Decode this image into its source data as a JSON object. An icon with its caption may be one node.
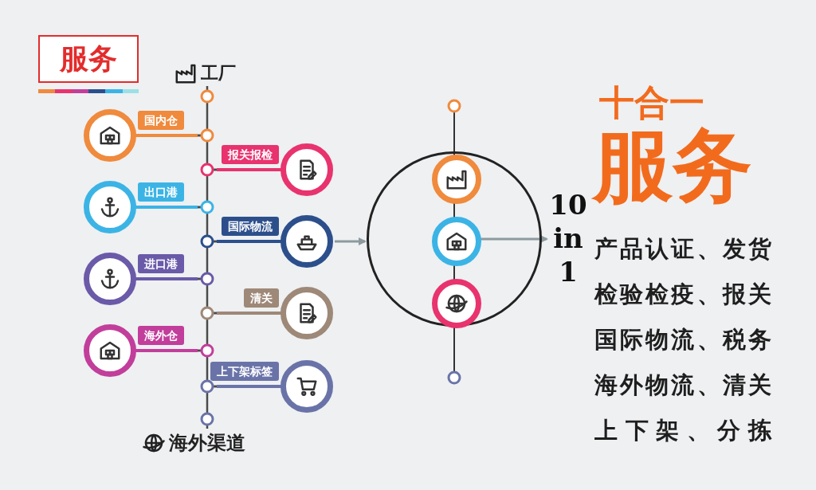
{
  "diagram": {
    "title": "服务",
    "nodes": [
      {
        "text": [
          "工厂"
        ]
      },
      {
        "text": [
          "国内仓"
        ]
      },
      {
        "text": [
          "报关报检"
        ]
      },
      {
        "text": [
          "出口港"
        ]
      },
      {
        "text": [
          "国际物流"
        ]
      },
      {
        "text": [
          "进口港"
        ]
      },
      {
        "text": [
          "清关"
        ]
      },
      {
        "text": [
          "海外仓"
        ]
      },
      {
        "text": [
          "上下架标签"
        ]
      },
      {
        "text": [
          "海外渠道"
        ]
      },
      {
        "text": [],
        "shape": "circle"
      },
      {
        "text": [],
        "shape": "circle",
        "in": 10
      },
      {
        "text": [],
        "shape": "circle",
        "in": 10
      },
      {
        "text": [],
        "shape": "circle",
        "in": 10
      },
      {
        "text": [
          "10 in 1"
        ]
      }
    ],
    "edges": [
      {
        "from": 0,
        "to": 1,
        "arrow": "none"
      },
      {
        "from": 1,
        "to": 2,
        "arrow": "none"
      },
      {
        "from": 2,
        "to": 3,
        "arrow": "none"
      },
      {
        "from": 3,
        "to": 4,
        "arrow": "none"
      },
      {
        "from": 4,
        "to": 5,
        "arrow": "none"
      },
      {
        "from": 5,
        "to": 6,
        "arrow": "none"
      },
      {
        "from": 6,
        "to": 7,
        "arrow": "none"
      },
      {
        "from": 7,
        "to": 8,
        "arrow": "none"
      },
      {
        "from": 8,
        "to": 9,
        "arrow": "none"
      },
      {
        "from": 4,
        "to": 10,
        "arrow": "to",
        "color": "#8c9a9e"
      },
      {
        "from": 12,
        "to": 14,
        "arrow": "to",
        "color": "#8c9a9e"
      }
    ],
    "labels": [
      "十合一",
      "服务",
      "产品认证、发货检验检疫、报关国际物流、税务海外物流、清关上下架、分拣"
    ]
  }
}
